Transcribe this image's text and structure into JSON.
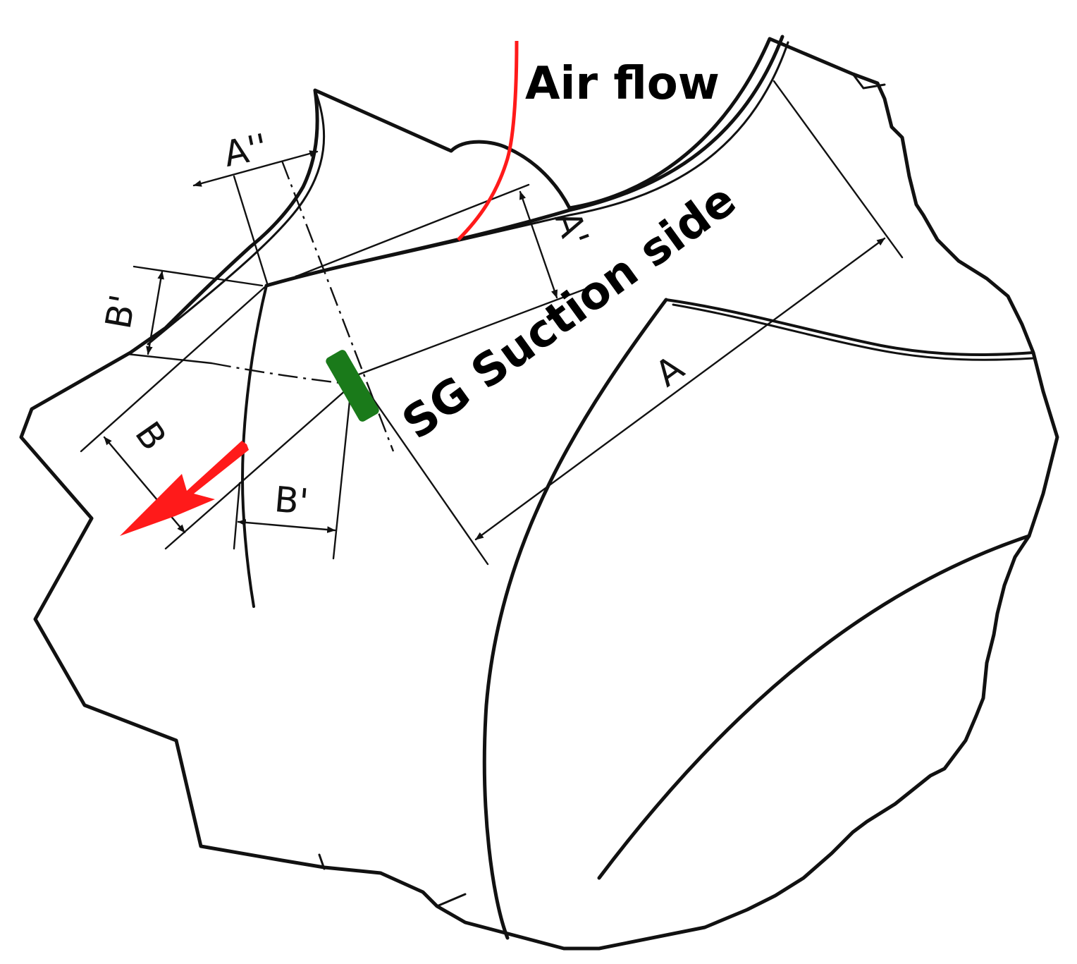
{
  "labels": {
    "air_flow": "Air flow",
    "sg_suction_side": "SG Suction side",
    "dim_a": "A",
    "dim_a_prime": "A'",
    "dim_a_double_prime": "A''",
    "dim_b": "B",
    "dim_b_prime_upper": "B'",
    "dim_b_prime_lower": "B'"
  },
  "colors": {
    "line": "#111111",
    "air_flow_line": "#ff1a1a",
    "flow_arrow": "#ff1a1a",
    "strain_gauge": "#1a7a1a"
  }
}
